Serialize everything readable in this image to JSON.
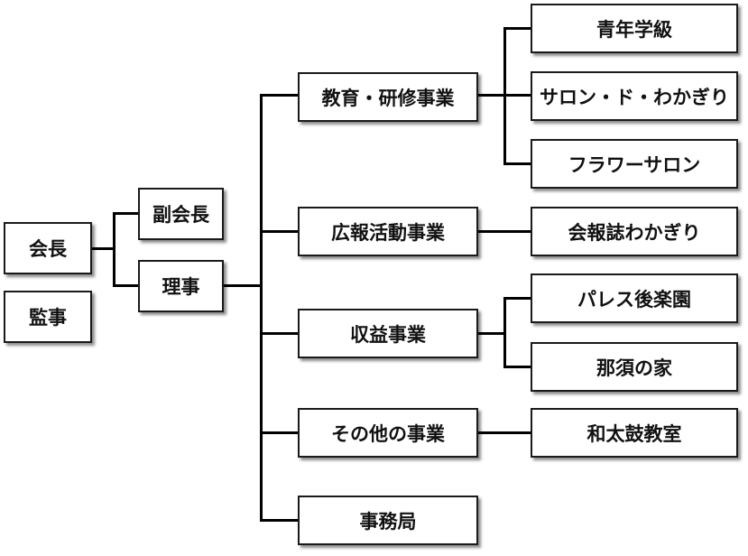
{
  "org": {
    "president": "会長",
    "auditor": "監事",
    "vice_president": "副会長",
    "directors": "理事",
    "education": "教育・研修事業",
    "youth_class": "青年学級",
    "salon": "サロン・ド・わかぎり",
    "flower_salon": "フラワーサロン",
    "pr": "広報活動事業",
    "newsletter": "会報誌わかぎり",
    "profit": "収益事業",
    "palace": "パレス後楽園",
    "nasu": "那須の家",
    "other": "その他の事業",
    "taiko": "和太鼓教室",
    "office": "事務局"
  }
}
